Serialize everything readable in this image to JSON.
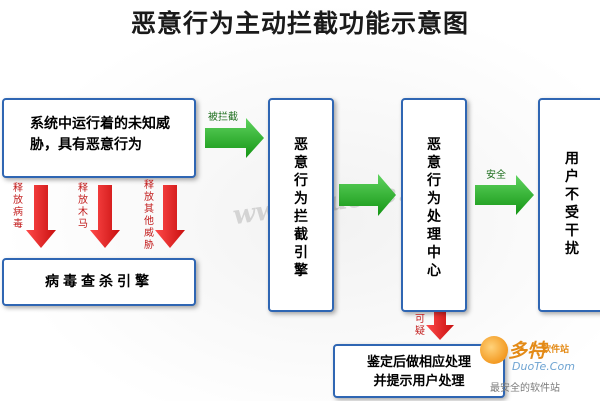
{
  "title": "恶意行为主动拦截功能示意图",
  "boxes": {
    "unknown_threat": "系统中运行着的未知威胁，具有恶意行为",
    "antivirus_engine": "病毒查杀引擎",
    "intercept_engine": [
      "恶",
      "意",
      "行",
      "为",
      "拦",
      "截",
      "引",
      "擎"
    ],
    "processing_center": [
      "恶",
      "意",
      "行",
      "为",
      "处",
      "理",
      "中",
      "心"
    ],
    "user_unaffected": [
      "用",
      "户",
      "不",
      "受",
      "干",
      "扰"
    ],
    "post_processing": [
      "鉴定后做相应处理",
      "并提示用户处理"
    ]
  },
  "labels": {
    "intercepted": "被拦截",
    "safe": "安全",
    "suspicious": [
      "可",
      "疑"
    ],
    "release_virus": [
      "释",
      "放",
      "病",
      "毒"
    ],
    "release_trojan": [
      "释",
      "放",
      "木",
      "马"
    ],
    "release_other": [
      "释",
      "放",
      "其",
      "他",
      "威",
      "胁"
    ]
  },
  "watermark": "www.DuoTe.com",
  "logo": {
    "brand": "多特",
    "sub": "软件站",
    "url": "DuoTe.Com",
    "slogan": "最安全的软件站"
  },
  "colors": {
    "box_border": "#2f66b3",
    "green_arrow": "#23a823",
    "red_arrow": "#e01818",
    "green_text": "#1f6f1f",
    "red_text": "#c21b1b"
  }
}
